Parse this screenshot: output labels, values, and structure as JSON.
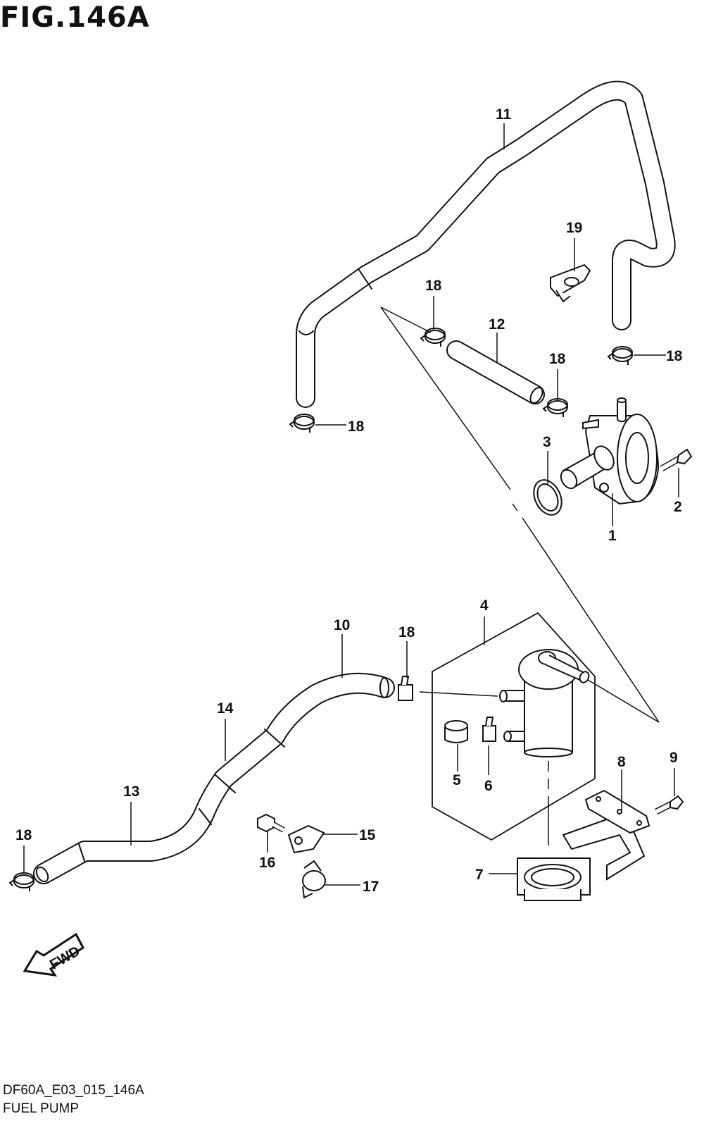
{
  "figure": {
    "title": "FIG.146A",
    "code": "DF60A_E03_015_146A",
    "caption": "FUEL PUMP"
  },
  "direction_marker": "FWD",
  "callouts": [
    "1",
    "2",
    "3",
    "4",
    "5",
    "6",
    "7",
    "8",
    "9",
    "10",
    "11",
    "12",
    "13",
    "14",
    "15",
    "16",
    "17",
    "18",
    "18",
    "18",
    "18",
    "18",
    "18",
    "19"
  ]
}
